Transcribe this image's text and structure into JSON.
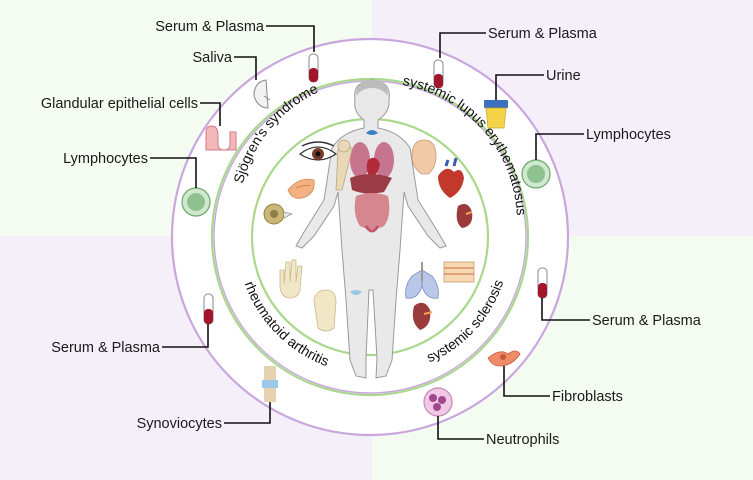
{
  "colors": {
    "quad_top_left": "#f4fbf1",
    "quad_top_right": "#f5effa",
    "quad_bottom_left": "#f5effa",
    "quad_bottom_right": "#f4fbf1",
    "outer_ring": "#c9a6dd",
    "inner_ring": "#a9d88c",
    "blood": "#a3152a",
    "skin": "#e9e9e9"
  },
  "diseases": {
    "sjogren": "Sjögren's syndrome",
    "sle": "systemic lupus erythematosus",
    "ra": "rheumatoid arthritis",
    "ssc": "systemic sclerosis"
  },
  "labels": {
    "sjogren_serum": "Serum & Plasma",
    "saliva": "Saliva",
    "glandular": "Glandular epithelial cells",
    "sjogren_lymph": "Lymphocytes",
    "sle_serum": "Serum & Plasma",
    "urine": "Urine",
    "sle_lymph": "Lymphocytes",
    "ra_serum": "Serum & Plasma",
    "synoviocytes": "Synoviocytes",
    "ssc_serum": "Serum & Plasma",
    "fibroblasts": "Fibroblasts",
    "neutrophils": "Neutrophils"
  },
  "icons": [
    "blood-tube-icon",
    "saliva-face-icon",
    "gland-icon",
    "lymphocyte-icon",
    "urine-cup-icon",
    "synoviocyte-joint-icon",
    "fibroblast-icon",
    "neutrophil-icon",
    "human-body-icon",
    "eye-icon",
    "bone-icon",
    "lungs-icon",
    "pancreas-icon",
    "thyroid-icon",
    "head-icon",
    "heart-icon",
    "kidney-icon",
    "hand-icon",
    "foot-icon",
    "skin-icon"
  ]
}
